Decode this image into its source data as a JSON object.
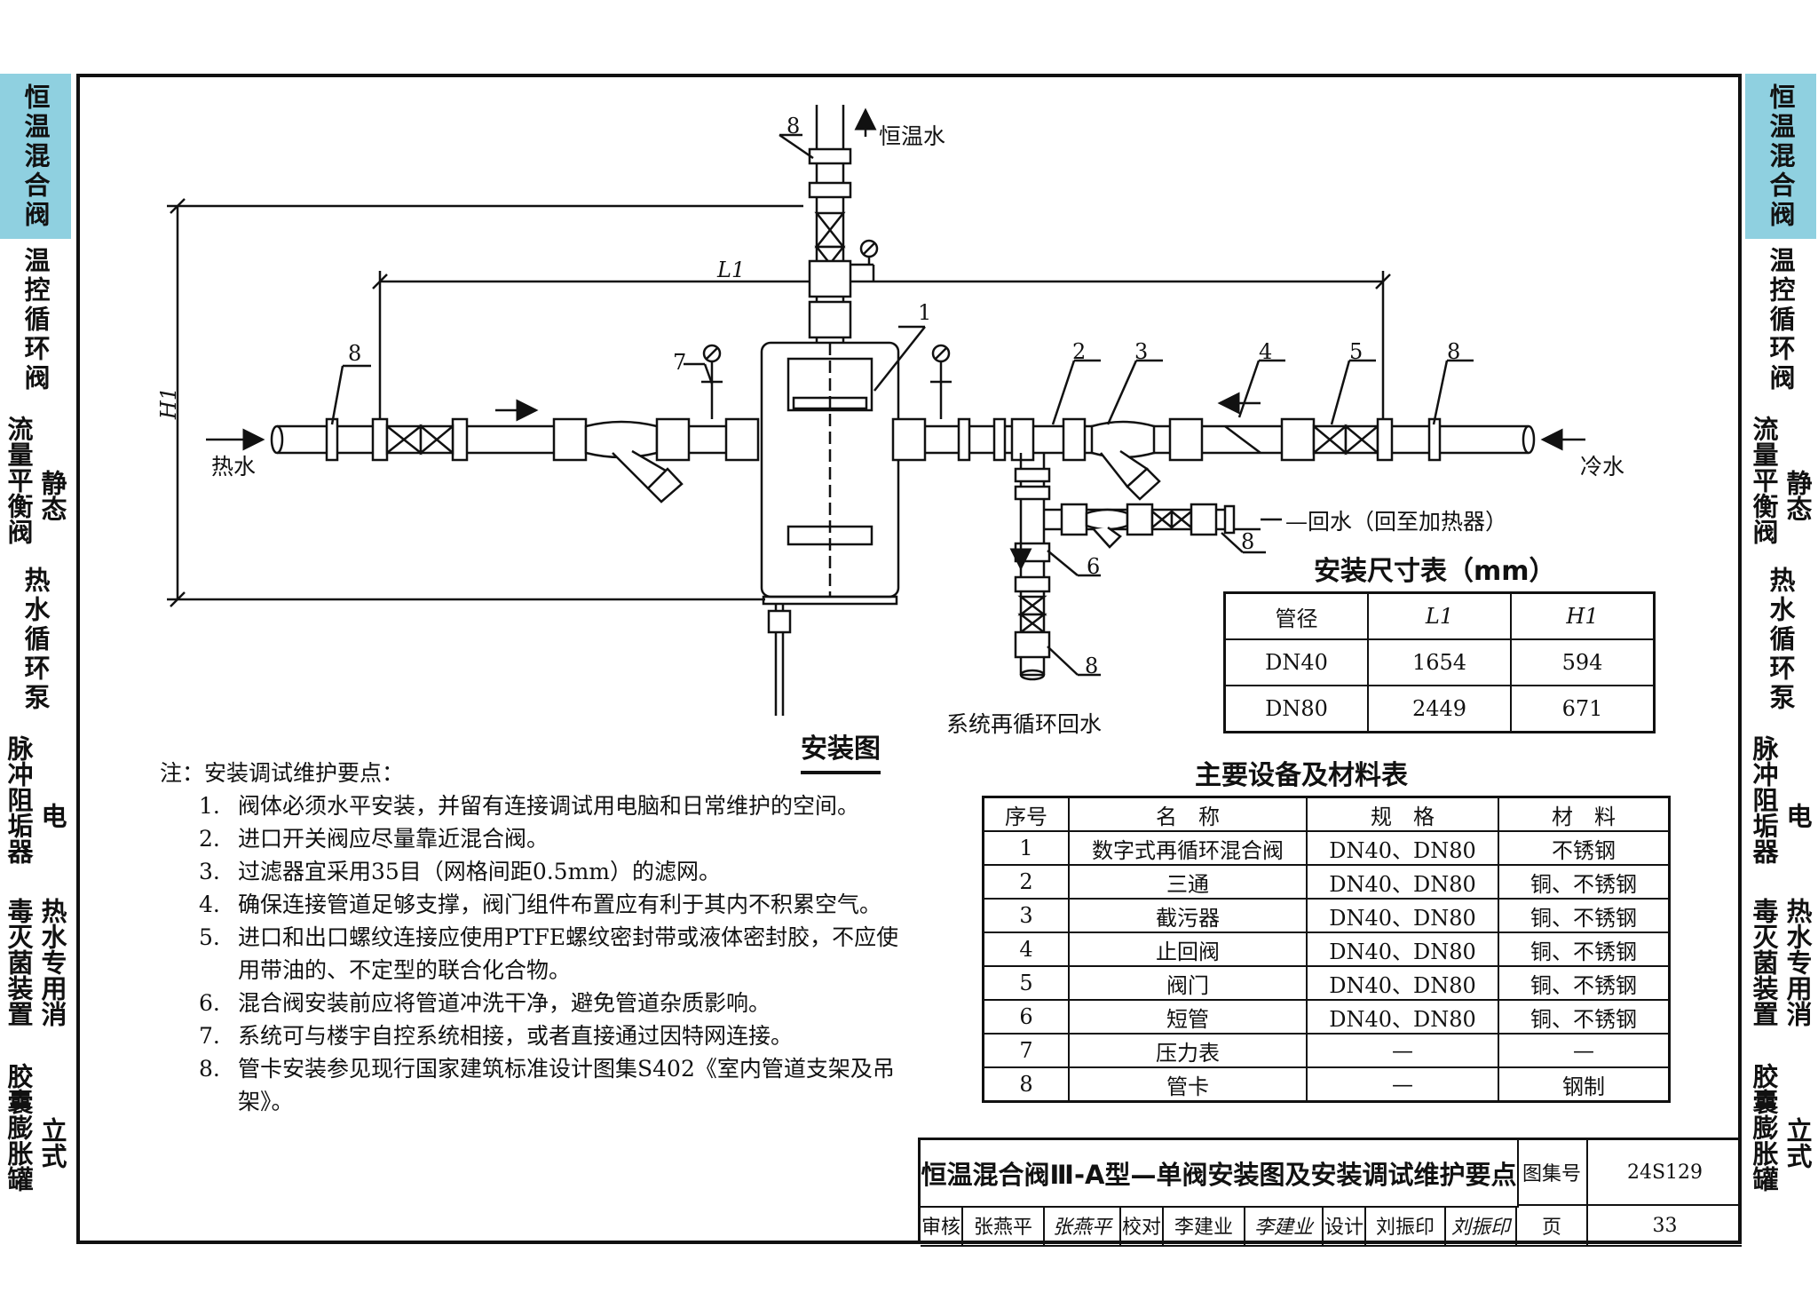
{
  "sidebar": {
    "items": [
      {
        "label": "恒温混合阀",
        "active": true
      },
      {
        "label": "温控循环阀",
        "active": false
      },
      {
        "label_main": "流量平衡阀",
        "label_sub": "静态",
        "active": false
      },
      {
        "label": "热水循环泵",
        "active": false
      },
      {
        "label_main": "脉冲阻垢器",
        "label_sub": "电",
        "active": false
      },
      {
        "label_main": "毒灭菌装置",
        "label_sub": "热水专用消",
        "active": false
      },
      {
        "label_main": "胶囊膨胀罐",
        "label_sub": "立式",
        "active": false
      }
    ]
  },
  "diagram": {
    "labels": {
      "const_temp_water": "恒温水",
      "hot_water": "热水",
      "cold_water": "冷水",
      "return_water": "回水（回至加热器）",
      "recirc_return": "系统再循环回水",
      "dim_l1": "L1",
      "dim_h1": "H1"
    },
    "callouts": [
      "1",
      "2",
      "3",
      "4",
      "5",
      "6",
      "7",
      "8"
    ],
    "install_title": "安装图"
  },
  "notes": {
    "heading": "注：安装调试维护要点：",
    "items": [
      {
        "num": "1.",
        "text": "阀体必须水平安装，并留有连接调试用电脑和日常维护的空间。"
      },
      {
        "num": "2.",
        "text": "进口开关阀应尽量靠近混合阀。"
      },
      {
        "num": "3.",
        "text": "过滤器宜采用35目（网格间距0.5mm）的滤网。"
      },
      {
        "num": "4.",
        "text": "确保连接管道足够支撑，阀门组件布置应有利于其内不积累空气。"
      },
      {
        "num": "5.",
        "text": "进口和出口螺纹连接应使用PTFE螺纹密封带或液体密封胶，不应使用带油的、不定型的联合化合物。"
      },
      {
        "num": "6.",
        "text": "混合阀安装前应将管道冲洗干净，避免管道杂质影响。"
      },
      {
        "num": "7.",
        "text": "系统可与楼宇自控系统相接，或者直接通过因特网连接。"
      },
      {
        "num": "8.",
        "text": "管卡安装参见现行国家建筑标准设计图集S402《室内管道支架及吊架》。"
      }
    ]
  },
  "dimension_table": {
    "title": "安装尺寸表（mm）",
    "headers": [
      "管径",
      "L1",
      "H1"
    ],
    "rows": [
      [
        "DN40",
        "1654",
        "594"
      ],
      [
        "DN80",
        "2449",
        "671"
      ]
    ]
  },
  "materials_table": {
    "title": "主要设备及材料表",
    "headers": [
      "序号",
      "名　称",
      "规　格",
      "材　料"
    ],
    "rows": [
      [
        "1",
        "数字式再循环混合阀",
        "DN40、DN80",
        "不锈钢"
      ],
      [
        "2",
        "三通",
        "DN40、DN80",
        "铜、不锈钢"
      ],
      [
        "3",
        "截污器",
        "DN40、DN80",
        "铜、不锈钢"
      ],
      [
        "4",
        "止回阀",
        "DN40、DN80",
        "铜、不锈钢"
      ],
      [
        "5",
        "阀门",
        "DN40、DN80",
        "铜、不锈钢"
      ],
      [
        "6",
        "短管",
        "DN40、DN80",
        "铜、不锈钢"
      ],
      [
        "7",
        "压力表",
        "—",
        "—"
      ],
      [
        "8",
        "管卡",
        "—",
        "钢制"
      ]
    ]
  },
  "title_block": {
    "title": "恒温混合阀Ⅲ-A型—单阀安装图及安装调试维护要点",
    "atlas_label": "图集号",
    "atlas_no": "24S129",
    "review_label": "审核",
    "reviewer": "张燕平",
    "reviewer_sig": "张燕平",
    "check_label": "校对",
    "checker": "李建业",
    "checker_sig": "李建业",
    "design_label": "设计",
    "designer": "刘振印",
    "designer_sig": "刘振印",
    "page_label": "页",
    "page_no": "33"
  }
}
